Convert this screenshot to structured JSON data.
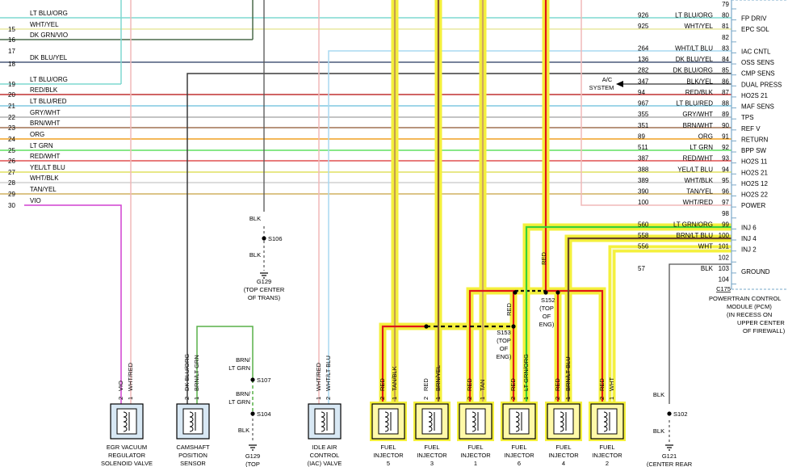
{
  "left_rows": [
    {
      "pin": "",
      "label": "LT BLU/ORG",
      "color": "#7fd8d0"
    },
    {
      "pin": "15",
      "label": "WHT/YEL",
      "color": "#e8e8a0"
    },
    {
      "pin": "16",
      "label": "DK GRN/VIO",
      "color": "#4a6a4a"
    },
    {
      "pin": "17",
      "label": "",
      "color": ""
    },
    {
      "pin": "18",
      "label": "DK BLU/YEL",
      "color": "#4a5a7a"
    },
    {
      "pin": "19",
      "label": "LT BLU/ORG",
      "color": "#7fd8d0"
    },
    {
      "pin": "20",
      "label": "RED/BLK",
      "color": "#c03030"
    },
    {
      "pin": "21",
      "label": "LT BLU/RED",
      "color": "#80c8e0"
    },
    {
      "pin": "22",
      "label": "GRY/WHT",
      "color": "#b0b0b0"
    },
    {
      "pin": "23",
      "label": "BRN/WHT",
      "color": "#a07050"
    },
    {
      "pin": "24",
      "label": "ORG",
      "color": "#f0a020"
    },
    {
      "pin": "25",
      "label": "LT GRN",
      "color": "#60e060"
    },
    {
      "pin": "26",
      "label": "RED/WHT",
      "color": "#e05050"
    },
    {
      "pin": "27",
      "label": "YEL/LT BLU",
      "color": "#e0e060"
    },
    {
      "pin": "28",
      "label": "WHT/BLK",
      "color": "#d0d0d0"
    },
    {
      "pin": "29",
      "label": "TAN/YEL",
      "color": "#d0b060"
    },
    {
      "pin": "30",
      "label": "VIO",
      "color": "#d040d0"
    }
  ],
  "right_rows": [
    {
      "circuit": "",
      "color_label": "",
      "pin": "79",
      "function": ""
    },
    {
      "circuit": "926",
      "color_label": "LT BLU/ORG",
      "pin": "80",
      "function": "FP DRIV"
    },
    {
      "circuit": "925",
      "color_label": "WHT/YEL",
      "pin": "81",
      "function": "EPC SOL"
    },
    {
      "circuit": "",
      "color_label": "",
      "pin": "82",
      "function": ""
    },
    {
      "circuit": "264",
      "color_label": "WHT/LT BLU",
      "pin": "83",
      "function": "IAC CNTL"
    },
    {
      "circuit": "136",
      "color_label": "DK BLU/YEL",
      "pin": "84",
      "function": "OSS SENS"
    },
    {
      "circuit": "282",
      "color_label": "DK BLU/ORG",
      "pin": "85",
      "function": "CMP SENS"
    },
    {
      "circuit": "347",
      "color_label": "BLK/YEL",
      "pin": "86",
      "function": "DUAL PRESS"
    },
    {
      "circuit": "94",
      "color_label": "RED/BLK",
      "pin": "87",
      "function": "HO2S 21"
    },
    {
      "circuit": "967",
      "color_label": "LT BLU/RED",
      "pin": "88",
      "function": "MAF SENS"
    },
    {
      "circuit": "355",
      "color_label": "GRY/WHT",
      "pin": "89",
      "function": "TPS"
    },
    {
      "circuit": "351",
      "color_label": "BRN/WHT",
      "pin": "90",
      "function": "REF V"
    },
    {
      "circuit": "89",
      "color_label": "ORG",
      "pin": "91",
      "function": "RETURN"
    },
    {
      "circuit": "511",
      "color_label": "LT GRN",
      "pin": "92",
      "function": "BPP SW"
    },
    {
      "circuit": "387",
      "color_label": "RED/WHT",
      "pin": "93",
      "function": "HO2S 11"
    },
    {
      "circuit": "388",
      "color_label": "YEL/LT BLU",
      "pin": "94",
      "function": "HO2S 21"
    },
    {
      "circuit": "389",
      "color_label": "WHT/BLK",
      "pin": "95",
      "function": "HO2S 12"
    },
    {
      "circuit": "390",
      "color_label": "TAN/YEL",
      "pin": "96",
      "function": "HO2S 22"
    },
    {
      "circuit": "100",
      "color_label": "WHT/RED",
      "pin": "97",
      "function": "POWER"
    },
    {
      "circuit": "",
      "color_label": "",
      "pin": "98",
      "function": ""
    },
    {
      "circuit": "560",
      "color_label": "LT GRN/ORG",
      "pin": "99",
      "function": "INJ 6"
    },
    {
      "circuit": "558",
      "color_label": "BRN/LT BLU",
      "pin": "100",
      "function": "INJ 4"
    },
    {
      "circuit": "556",
      "color_label": "WHT",
      "pin": "101",
      "function": "INJ 2"
    },
    {
      "circuit": "",
      "color_label": "",
      "pin": "102",
      "function": ""
    },
    {
      "circuit": "57",
      "color_label": "BLK",
      "pin": "103",
      "function": "GROUND"
    },
    {
      "circuit": "",
      "color_label": "",
      "pin": "104",
      "function": ""
    }
  ],
  "pcm": {
    "connector": "C175",
    "label": [
      "POWERTRAIN CONTROL",
      "MODULE (PCM)",
      "(IN RECESS ON",
      "UPPER CENTER",
      "OF FIREWALL)"
    ]
  },
  "ac_system": [
    "A/C",
    "SYSTEM"
  ],
  "splices": {
    "s106": "S106",
    "s107": "S107",
    "s104": "S104",
    "s102": "S102",
    "s152": [
      "S152",
      "(TOP",
      "OF",
      "ENG)"
    ],
    "s153": [
      "S153",
      "(TOP",
      "OF",
      "ENG)"
    ]
  },
  "grounds": {
    "g129_a": [
      "G129",
      "(TOP CENTER",
      "OF TRANS)"
    ],
    "g129_b": [
      "G129",
      "(TOP"
    ],
    "g121": [
      "G121",
      "(CENTER REAR"
    ]
  },
  "wire_labels": {
    "blk": "BLK",
    "red": "RED",
    "brn_lt_grn": [
      "BRN/",
      "LT GRN"
    ]
  },
  "components": [
    {
      "id": "egr",
      "pins": [
        {
          "num": "2",
          "wire": "VIO"
        },
        {
          "num": "1",
          "wire": "WHT/RED"
        }
      ],
      "label": [
        "EGR VACUUM",
        "REGULATOR",
        "SOLENOID VALVE"
      ]
    },
    {
      "id": "cam",
      "pins": [
        {
          "num": "2",
          "wire": "DK BLU/ORG"
        },
        {
          "num": "1",
          "wire": "BRN/LT GRN"
        }
      ],
      "label": [
        "CAMSHAFT",
        "POSITION",
        "SENSOR"
      ]
    },
    {
      "id": "iac",
      "pins": [
        {
          "num": "1",
          "wire": "WHT/RED"
        },
        {
          "num": "2",
          "wire": "WHT/LT BLU"
        }
      ],
      "label": [
        "IDLE AIR",
        "CONTROL",
        "(IAC) VALVE"
      ]
    },
    {
      "id": "inj5",
      "pins": [
        {
          "num": "2",
          "wire": "RED"
        },
        {
          "num": "1",
          "wire": "TAN/BLK"
        }
      ],
      "label": [
        "FUEL",
        "INJECTOR",
        "5"
      ]
    },
    {
      "id": "inj3",
      "pins": [
        {
          "num": "2",
          "wire": "RED"
        },
        {
          "num": "1",
          "wire": "BRN/YEL"
        }
      ],
      "label": [
        "FUEL",
        "INJECTOR",
        "3"
      ]
    },
    {
      "id": "inj1",
      "pins": [
        {
          "num": "2",
          "wire": "RED"
        },
        {
          "num": "1",
          "wire": "TAN"
        }
      ],
      "label": [
        "FUEL",
        "INJECTOR",
        "1"
      ]
    },
    {
      "id": "inj6",
      "pins": [
        {
          "num": "2",
          "wire": "RED"
        },
        {
          "num": "1",
          "wire": "LT GRN/ORG"
        }
      ],
      "label": [
        "FUEL",
        "INJECTOR",
        "6"
      ]
    },
    {
      "id": "inj4",
      "pins": [
        {
          "num": "2",
          "wire": "RED"
        },
        {
          "num": "1",
          "wire": "BRN/LT BLU"
        }
      ],
      "label": [
        "FUEL",
        "INJECTOR",
        "4"
      ]
    },
    {
      "id": "inj2",
      "pins": [
        {
          "num": "2",
          "wire": "RED"
        },
        {
          "num": "1",
          "wire": "WHT"
        }
      ],
      "label": [
        "FUEL",
        "INJECTOR",
        "2"
      ]
    }
  ],
  "colors": {
    "highlight": "#f4f03c",
    "red_wire": "#e01818",
    "injector_fill": "#fff9a8"
  }
}
